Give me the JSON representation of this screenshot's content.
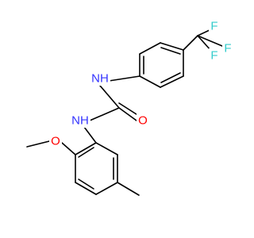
{
  "molecule": {
    "colors": {
      "bond": "#000000",
      "nitrogen": "#3333ff",
      "oxygen": "#ff0000",
      "fluorine": "#33cccc",
      "background": "#ffffff"
    },
    "atoms": [
      {
        "id": "F1",
        "label": "F",
        "element": "fluorine"
      },
      {
        "id": "F2",
        "label": "F",
        "element": "fluorine"
      },
      {
        "id": "F3",
        "label": "F",
        "element": "fluorine"
      },
      {
        "id": "NH1",
        "label": "NH",
        "element": "nitrogen"
      },
      {
        "id": "O1",
        "label": "O",
        "element": "oxygen"
      },
      {
        "id": "NH2",
        "label": "NH",
        "element": "nitrogen"
      },
      {
        "id": "O2",
        "label": "O",
        "element": "oxygen"
      }
    ]
  }
}
